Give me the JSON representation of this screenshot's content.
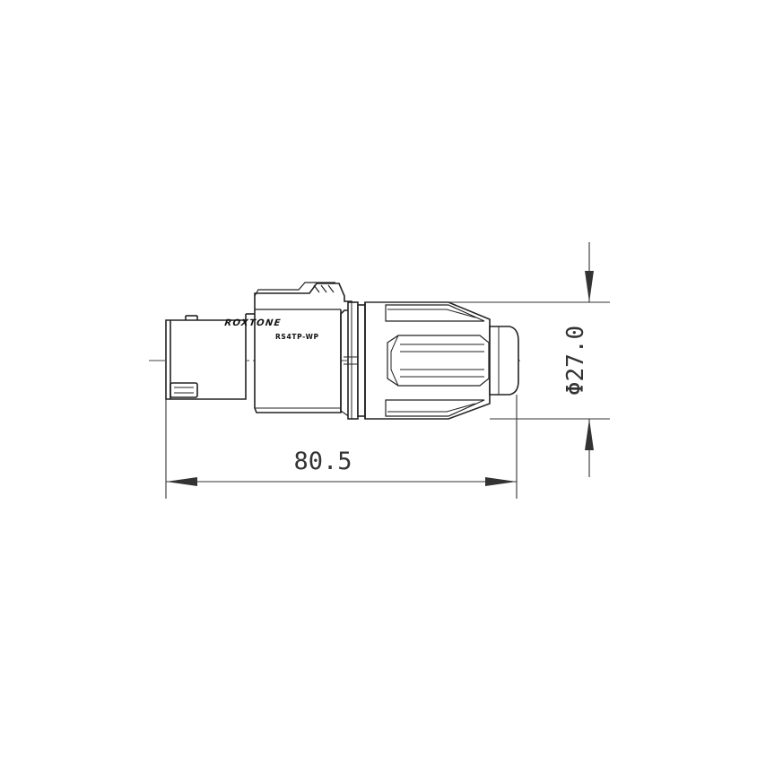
{
  "drawing": {
    "length_dimension": "80.5",
    "diameter_dimension": "Φ27.0",
    "brand_logo": "ROXTONE",
    "model_code": "RS4TP-WP"
  },
  "colors": {
    "line": "#222222",
    "dim_line": "#333333",
    "background": "#ffffff"
  }
}
